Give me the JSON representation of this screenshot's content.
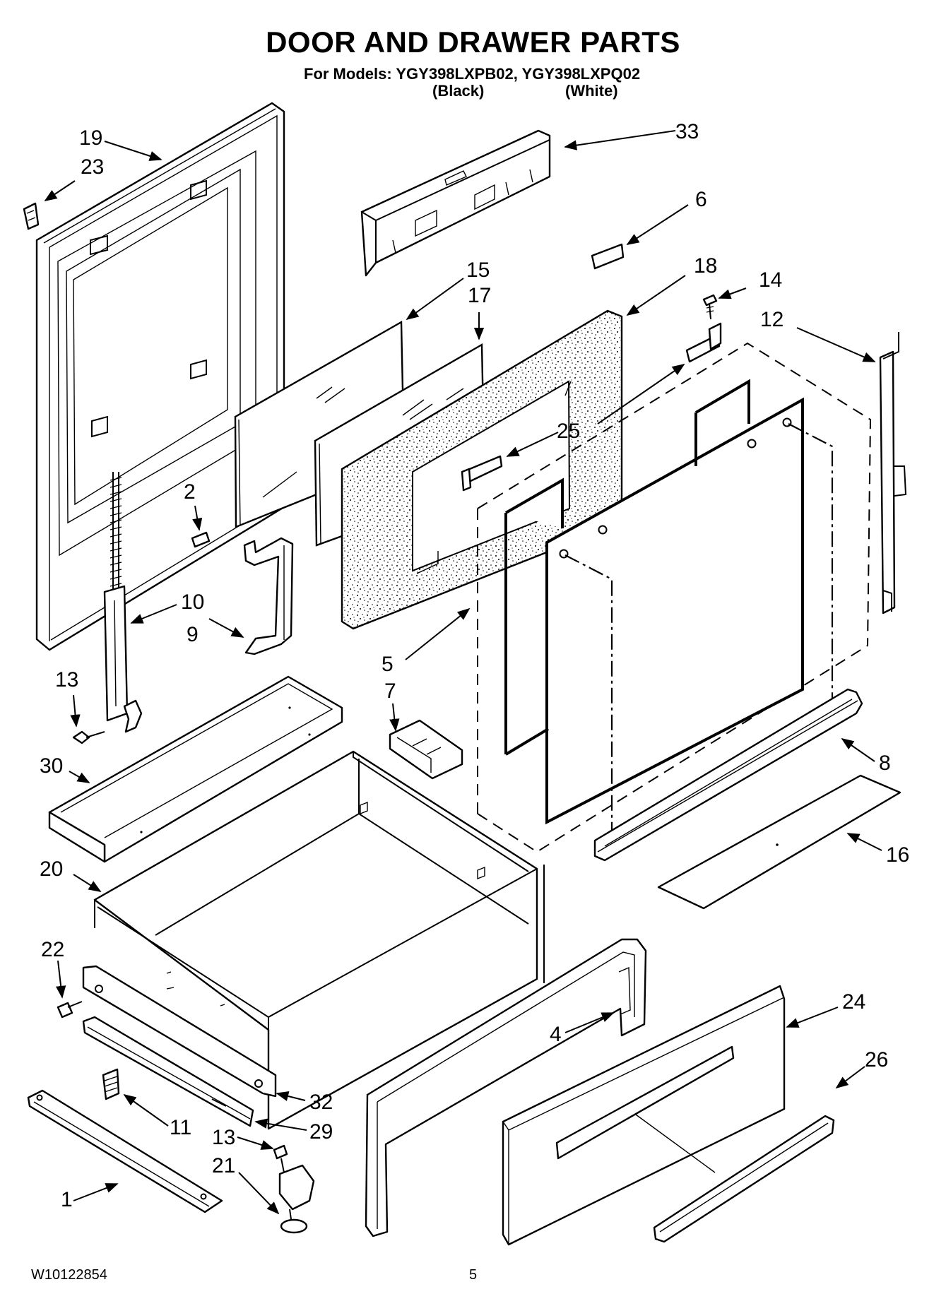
{
  "header": {
    "title": "DOOR AND DRAWER PARTS",
    "models": "For Models: YGY398LXPB02, YGY398LXPQ02",
    "variant_black": "(Black)",
    "variant_white": "(White)"
  },
  "footer": {
    "doc_number": "W10122854",
    "page_number": "5"
  },
  "callouts": {
    "c19": "19",
    "c23": "23",
    "c33": "33",
    "c6": "6",
    "c15": "15",
    "c17": "17",
    "c18": "18",
    "c14": "14",
    "c12": "12",
    "c25": "25",
    "c2": "2",
    "c10": "10",
    "c9": "9",
    "c13a": "13",
    "c5": "5",
    "c7": "7",
    "c30": "30",
    "c8": "8",
    "c20": "20",
    "c16": "16",
    "c22": "22",
    "c24": "24",
    "c4": "4",
    "c26": "26",
    "c32": "32",
    "c11": "11",
    "c29": "29",
    "c13b": "13",
    "c21": "21",
    "c1": "1"
  }
}
